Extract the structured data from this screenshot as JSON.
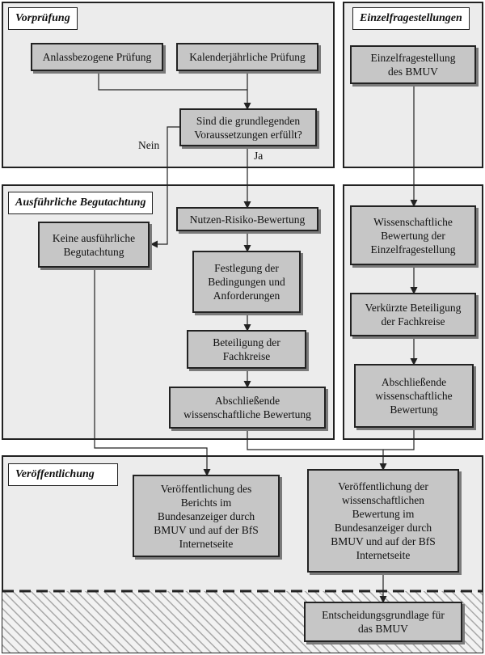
{
  "sections": {
    "vorpruefung": "Vorprüfung",
    "einzelfragestellungen": "Einzelfragestellungen",
    "ausfuehrliche_begutachtung": "Ausführliche Begutachtung",
    "veroeffentlichung": "Veröffentlichung"
  },
  "boxes": {
    "anlass": "Anlassbezogene Prüfung",
    "kalender": "Kalenderjährliche Prüfung",
    "voraussetzungen": "Sind die grundlegenden\nVoraussetzungen erfüllt?",
    "einzelfrage_bmuv": "Einzelfragestellung\ndes BMUV",
    "keine_begutachtung": "Keine ausführliche\nBegutachtung",
    "nutzen_risiko": "Nutzen-Risiko-Bewertung",
    "festlegung": "Festlegung der\nBedingungen und\nAnforderungen",
    "beteiligung": "Beteiligung der\nFachkreise",
    "abschliessend_left": "Abschließende\nwissenschaftliche Bewertung",
    "wiss_bewertung": "Wissenschaftliche\nBewertung der\nEinzelfragestellung",
    "verkuerzt": "Verkürzte Beteiligung\nder Fachkreise",
    "abschliessend_right": "Abschließende\nwissenschaftliche\nBewertung",
    "veroeff_bericht": "Veröffentlichung des\nBerichts im\nBundesanzeiger durch\nBMUV und auf der BfS\nInternetseite",
    "veroeff_wiss": "Veröffentlichung der\nwissenschaftlichen\nBewertung im\nBundesanzeiger durch\nBMUV und auf der BfS\nInternetseite",
    "entscheidung": "Entscheidungsgrundlage für\ndas BMUV"
  },
  "labels": {
    "nein": "Nein",
    "ja": "Ja"
  },
  "colors": {
    "section_bg": "#ececec",
    "box_fill": "#c6c6c6",
    "line": "#222222"
  }
}
